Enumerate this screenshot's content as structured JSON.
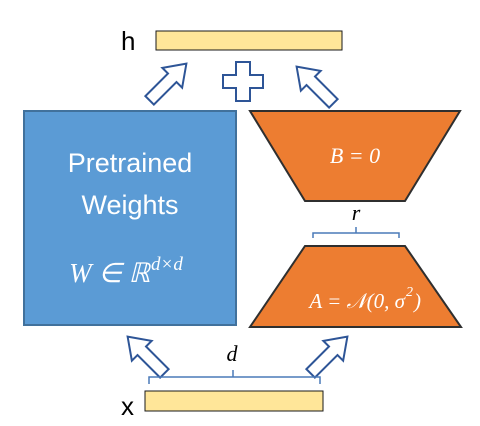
{
  "output": {
    "label": "h"
  },
  "input": {
    "label": "x"
  },
  "pretrained": {
    "line1": "Pretrained",
    "line2": "Weights",
    "formula_base": "W ∈ ℝ",
    "formula_exp": "d×d"
  },
  "lora_b": {
    "label": "B = 0"
  },
  "lora_a": {
    "label_base": "A = 𝒩(0, σ",
    "label_exp": "2",
    "label_end": ")"
  },
  "rank_label": "r",
  "dim_label": "d",
  "colors": {
    "bar_fill": "#ffe699",
    "bar_stroke": "#1a1a1a",
    "pretrained_fill": "#5b9bd5",
    "pretrained_stroke": "#41719c",
    "lora_fill": "#ed7d31",
    "lora_stroke": "#2f2f2f",
    "brace": "#4a7ab8",
    "arrow_stroke": "#2e5597"
  }
}
